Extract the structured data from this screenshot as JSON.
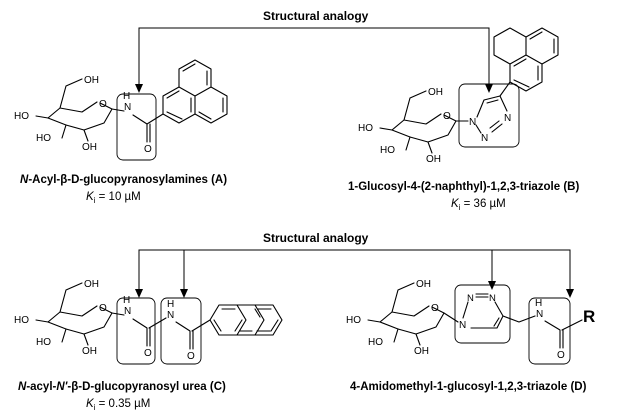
{
  "header_top": "Structural analogy",
  "header_bottom": "Structural analogy",
  "compound_a": {
    "name_prefix": "N",
    "name_rest": "-Acyl-β-D-glucopyranosylamines (A)",
    "ki_symbol": "K",
    "ki_sub": "i",
    "ki_value": " = 10 µM"
  },
  "compound_b": {
    "name": "1-Glucosyl-4-(2-naphthyl)-1,2,3-triazole (B)",
    "ki_symbol": "K",
    "ki_sub": "i",
    "ki_value": " = 36 µM"
  },
  "compound_c": {
    "name_prefix": "N",
    "name_mid": "-acyl-",
    "name_prime": "N'",
    "name_rest": "-β-D-glucopyranosyl urea (C)",
    "ki_symbol": "K",
    "ki_sub": "i",
    "ki_value": " = 0.35 µM"
  },
  "compound_d": {
    "name": "4-Amidomethyl-1-glucosyl-1,2,3-triazole (D)"
  },
  "atoms": {
    "oh": "OH",
    "ho": "HO",
    "o": "O",
    "n": "N",
    "h": "H",
    "r": "R"
  }
}
